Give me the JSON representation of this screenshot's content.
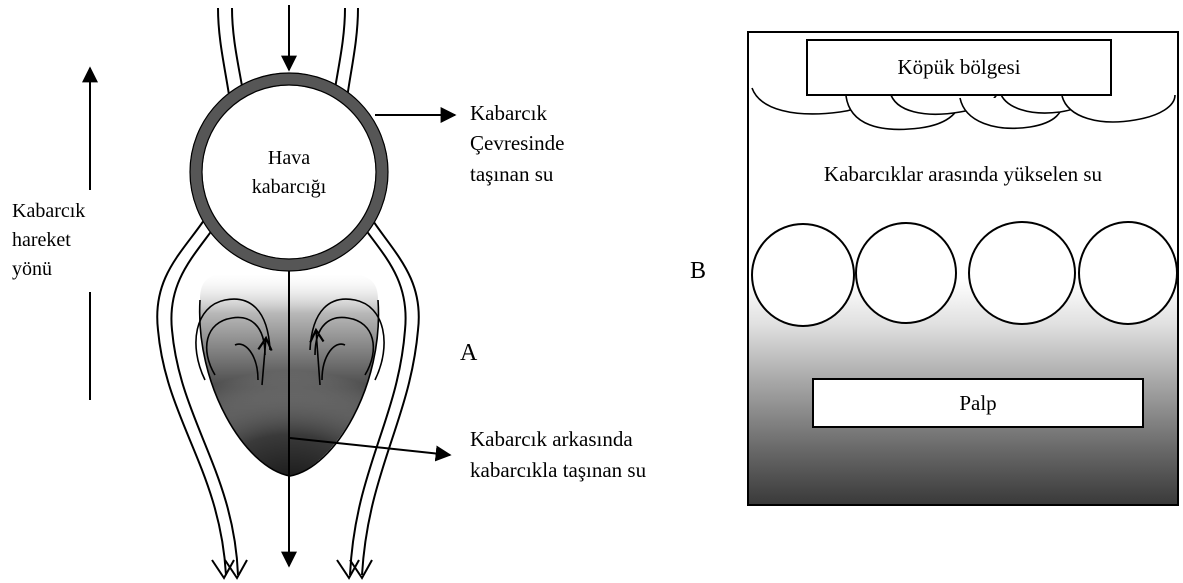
{
  "panel_a": {
    "letter": "A",
    "bubble_label": [
      "Hava",
      "kabarcığı"
    ],
    "motion_label": [
      "Kabarcık",
      "hareket",
      "yönü"
    ],
    "surround_water_label": [
      "Kabarcık",
      "Çevresinde",
      "taşınan su"
    ],
    "wake_water_label": [
      "Kabarcık arkasında",
      "kabarcıkla taşınan su"
    ]
  },
  "panel_b": {
    "letter": "B",
    "froth_label": "Köpük bölgesi",
    "rising_water_label": "Kabarcıklar arasında yükselen su",
    "pulp_label": "Palp"
  },
  "colors": {
    "ink": "#000000",
    "bubble_ring": "#555555",
    "wake_dark": "#1e1e1e",
    "background": "#ffffff"
  }
}
